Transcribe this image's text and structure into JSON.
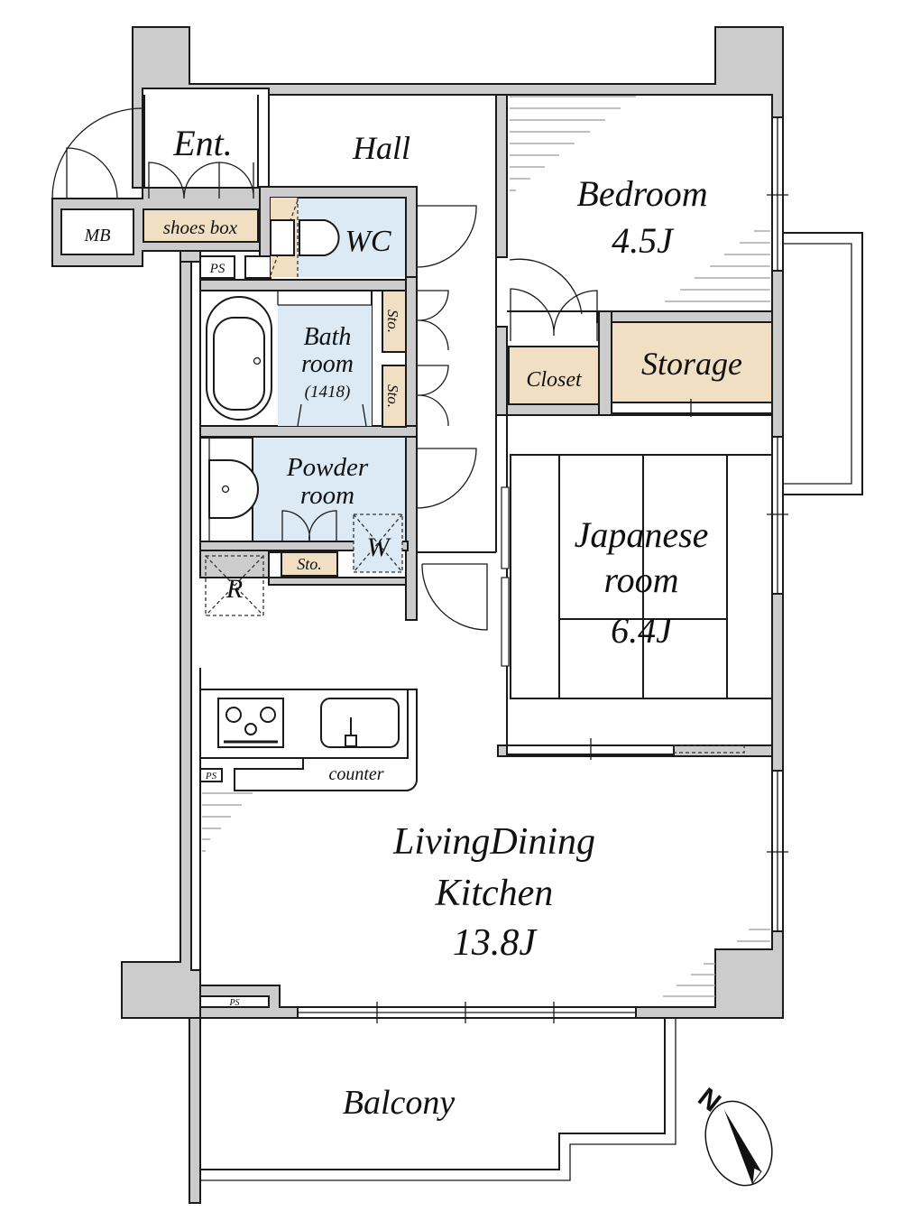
{
  "floorplan": {
    "rooms": {
      "entrance": "Ent.",
      "hall": "Hall",
      "meter_box": "MB",
      "shoes_box": "shoes box",
      "pipe_space_1": "PS",
      "wc": "WC",
      "bath_line1": "Bath",
      "bath_line2": "room",
      "bath_size": "(1418)",
      "storage_small_1": "Sto.",
      "storage_small_2": "Sto.",
      "powder_line1": "Powder",
      "powder_line2": "room",
      "powder_storage": "Sto.",
      "washer": "W",
      "refrigerator": "R",
      "pipe_space_2": "PS",
      "counter": "counter",
      "pipe_space_3": "PS",
      "bedroom_name": "Bedroom",
      "bedroom_size": "4.5J",
      "closet": "Closet",
      "storage": "Storage",
      "japanese_line1": "Japanese",
      "japanese_line2": "room",
      "japanese_size": "6.4J",
      "ldk_line1": "LivingDining",
      "ldk_line2": "Kitchen",
      "ldk_size": "13.8J",
      "balcony": "Balcony"
    },
    "compass": {
      "label": "N"
    },
    "colors": {
      "wall": "#cccccc",
      "wet_area": "#dbeaf5",
      "storage": "#f1dfc4"
    }
  }
}
